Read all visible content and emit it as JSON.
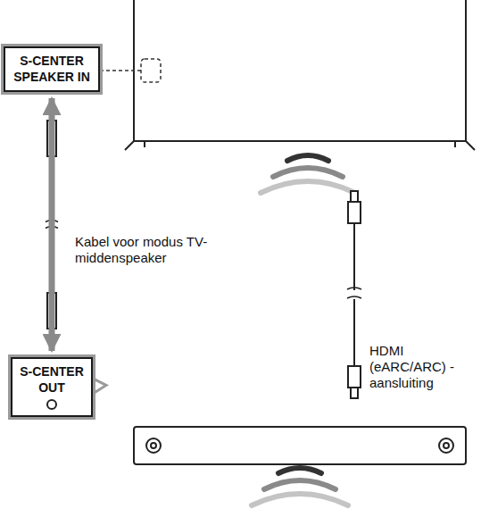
{
  "diagram": {
    "nodes": [
      {
        "text": [
          "S-CENTER SPEAKER IN"
        ]
      },
      {
        "text": [
          "S-CENTER OUT"
        ]
      }
    ],
    "edges": [
      {
        "from": 1,
        "to": 0,
        "arrow": "both",
        "label": "Kabel voor modus TV-middenspeaker"
      }
    ],
    "labels": [
      "HDMI (eARC/ARC) -aansluiting"
    ]
  }
}
